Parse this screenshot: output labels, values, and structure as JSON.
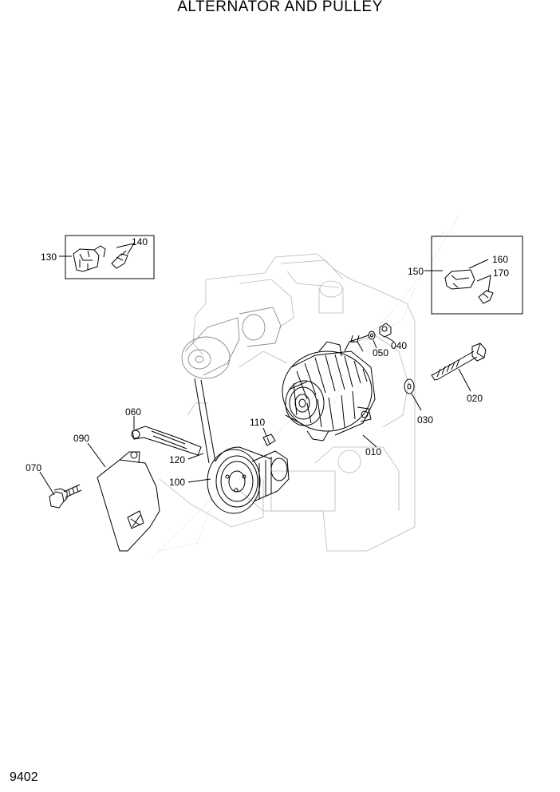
{
  "page": {
    "title": "ALTERNATOR AND PULLEY",
    "page_number": "9402"
  },
  "callouts": {
    "c010": "010",
    "c020": "020",
    "c030": "030",
    "c040": "040",
    "c050": "050",
    "c060": "060",
    "c070": "070",
    "c090": "090",
    "c100": "100",
    "c110": "110",
    "c120": "120",
    "c130": "130",
    "c140": "140",
    "c150": "150",
    "c160": "160",
    "c170": "170"
  }
}
